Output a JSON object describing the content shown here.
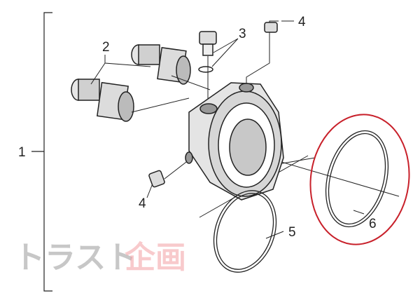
{
  "labels": {
    "assembly": "1",
    "fittings": "2",
    "center_bolt": "3",
    "plug_top": "4",
    "plug_side": "4",
    "o_ring_small": "5",
    "o_ring_large": "6"
  },
  "watermark": {
    "text_a": "トラスト",
    "text_b": "企画",
    "pink": "#f4a0a4",
    "gray": "#9a9a9a"
  },
  "highlight_color": "#c8202a"
}
